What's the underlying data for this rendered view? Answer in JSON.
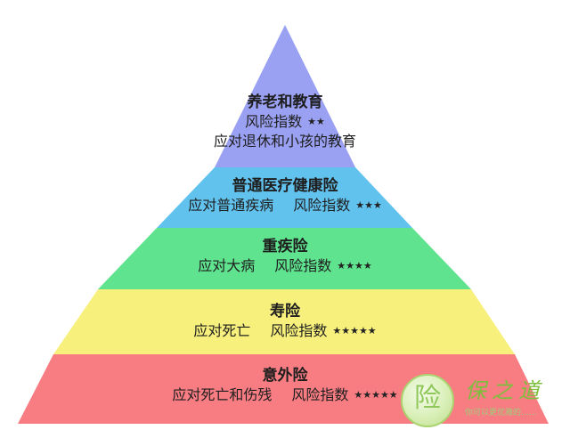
{
  "diagram": {
    "tiers": [
      {
        "title": "养老和教育",
        "lines": [
          {
            "text": "风险指数",
            "stars": "★★"
          },
          {
            "text": "应对退休和小孩的教育",
            "stars": ""
          }
        ],
        "color": "#9aa0f2"
      },
      {
        "title": "普通医疗健康险",
        "lines": [
          {
            "text": "应对普通疾病",
            "text2": "风险指数",
            "stars": "★★★"
          }
        ],
        "color": "#62c2ee"
      },
      {
        "title": "重疾险",
        "lines": [
          {
            "text": "应对大病",
            "text2": "风险指数",
            "stars": "★★★★"
          }
        ],
        "color": "#5fe38f"
      },
      {
        "title": "寿险",
        "lines": [
          {
            "text": "应对死亡",
            "text2": "风险指数",
            "stars": "★★★★★"
          }
        ],
        "color": "#f7f07c"
      },
      {
        "title": "意外险",
        "lines": [
          {
            "text": "应对死亡和伤残",
            "text2": "风险指数",
            "stars": "★★★★★"
          }
        ],
        "color": "#f77d83"
      }
    ]
  },
  "watermark": {
    "glyph": "险",
    "name": "保之道",
    "slogan": "你可以更优雅的……"
  }
}
